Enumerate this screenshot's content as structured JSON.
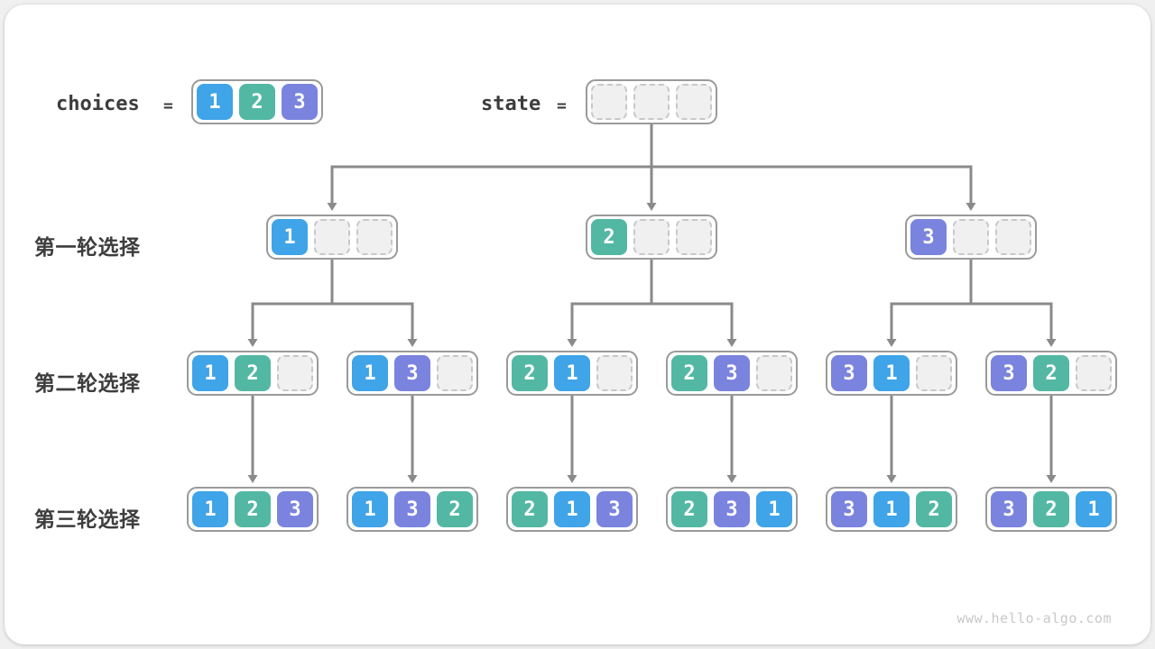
{
  "colors": {
    "cell1": "#3fa4e8",
    "cell2": "#53b8a3",
    "cell3": "#7a84de",
    "empty_fill": "#f0f0f0",
    "empty_border": "#c8c8c8",
    "box_border": "#9a9a9a",
    "connector": "#8a8a8a"
  },
  "header": {
    "choices_label": "choices",
    "equals": "=",
    "choices_values": [
      1,
      2,
      3
    ],
    "state_label": "state",
    "state_values": [
      null,
      null,
      null
    ]
  },
  "tree": {
    "rows": [
      {
        "label": "第一轮选择",
        "nodes": [
          [
            1,
            null,
            null
          ],
          [
            2,
            null,
            null
          ],
          [
            3,
            null,
            null
          ]
        ]
      },
      {
        "label": "第二轮选择",
        "nodes": [
          [
            1,
            2,
            null
          ],
          [
            1,
            3,
            null
          ],
          [
            2,
            1,
            null
          ],
          [
            2,
            3,
            null
          ],
          [
            3,
            1,
            null
          ],
          [
            3,
            2,
            null
          ]
        ]
      },
      {
        "label": "第三轮选择",
        "nodes": [
          [
            1,
            2,
            3
          ],
          [
            1,
            3,
            2
          ],
          [
            2,
            1,
            3
          ],
          [
            2,
            3,
            1
          ],
          [
            3,
            1,
            2
          ],
          [
            3,
            2,
            1
          ]
        ]
      }
    ]
  },
  "footer": {
    "watermark": "www.hello-algo.com"
  }
}
